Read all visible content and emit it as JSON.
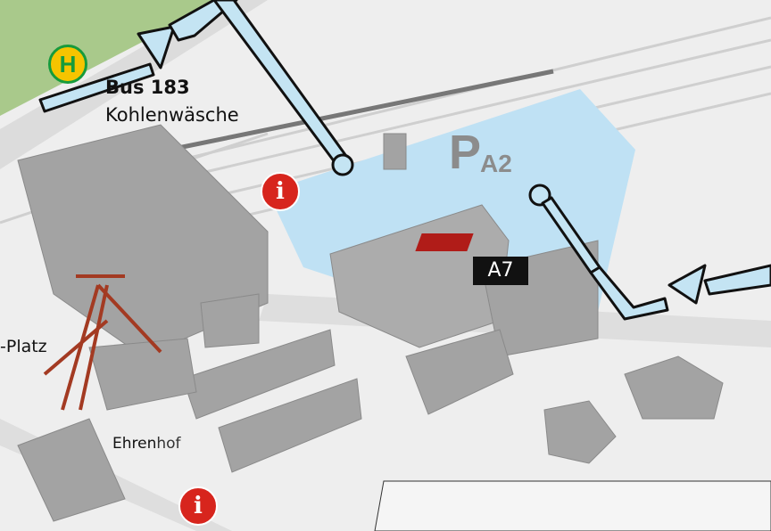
{
  "bus_stop": {
    "icon": "bus-stop-icon",
    "symbol": "H",
    "line": "Bus 183",
    "name": "Kohlenwäsche"
  },
  "parking": {
    "letter": "P",
    "area": "A2"
  },
  "building_label": "A7",
  "place_labels": {
    "platz": "-Platz",
    "ehrenhof_bold": "Ehren",
    "ehrenhof_light": "hof"
  },
  "info_points": [
    {
      "symbol": "i"
    },
    {
      "symbol": "i"
    }
  ],
  "colors": {
    "route": "#c4e4f3",
    "parking": "#bfe1f4",
    "info": "#d7251d",
    "highlight": "#b01c18",
    "green": "#a7c98a"
  }
}
